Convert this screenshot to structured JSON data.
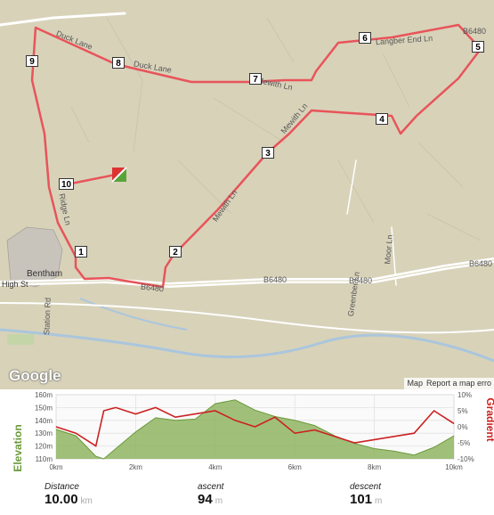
{
  "map": {
    "provider": "Google",
    "footer_links": [
      "Map",
      "Report a map erro"
    ],
    "waypoints": [
      "1",
      "2",
      "3",
      "4",
      "5",
      "6",
      "7",
      "8",
      "9",
      "10"
    ],
    "road_labels": [
      "Duck Lane",
      "Duck Lane",
      "Langber End Ln",
      "Mewith Ln",
      "Mewith Ln",
      "Ridge Ln",
      "Mewith Ln",
      "B6480",
      "B6480",
      "B6480",
      "B6480",
      "B6480",
      "Station Rd",
      "Moor Ln",
      "Greenber Ln",
      "Bentham",
      "High St"
    ],
    "colors": {
      "terrain": "#d8d2b9",
      "route": "#e8545a",
      "road": "#ffffff"
    }
  },
  "chart_data": {
    "type": "area",
    "x_unit": "km",
    "xlim": [
      0,
      10
    ],
    "x_ticks": [
      "0km",
      "2km",
      "4km",
      "6km",
      "8km",
      "10km"
    ],
    "ylabel": "Elevation",
    "ylim": [
      110,
      160
    ],
    "y_ticks": [
      "160m",
      "150m",
      "140m",
      "130m",
      "120m",
      "110m"
    ],
    "y2label": "Gradient",
    "y2lim": [
      -10,
      10
    ],
    "y2_ticks": [
      "10%",
      "5%",
      "0%",
      "-5%",
      "-10%"
    ],
    "series": [
      {
        "name": "Elevation",
        "color": "#6a9a3a",
        "x": [
          0,
          0.5,
          1.0,
          1.2,
          1.5,
          2.0,
          2.5,
          3.0,
          3.5,
          4.0,
          4.5,
          5.0,
          5.5,
          6.0,
          6.5,
          7.0,
          7.5,
          8.0,
          8.5,
          9.0,
          9.5,
          10.0
        ],
        "values": [
          133,
          128,
          112,
          110,
          118,
          131,
          142,
          140,
          141,
          153,
          156,
          148,
          143,
          140,
          136,
          128,
          122,
          118,
          116,
          113,
          119,
          128
        ]
      },
      {
        "name": "Gradient",
        "color": "#cc2222",
        "x": [
          0,
          0.5,
          1.0,
          1.2,
          1.5,
          2.0,
          2.5,
          3.0,
          3.5,
          4.0,
          4.5,
          5.0,
          5.5,
          6.0,
          6.5,
          7.0,
          7.5,
          8.0,
          8.5,
          9.0,
          9.5,
          10.0
        ],
        "values": [
          0,
          -2,
          -6,
          5,
          6,
          4,
          6,
          3,
          4,
          5,
          2,
          0,
          3,
          -2,
          -1,
          -3,
          -5,
          -4,
          -3,
          -2,
          5,
          1
        ]
      }
    ]
  },
  "stats": {
    "distance_label": "Distance",
    "distance_value": "10.00",
    "distance_unit": "km",
    "ascent_label": "ascent",
    "ascent_value": "94",
    "ascent_unit": "m",
    "descent_label": "descent",
    "descent_value": "101",
    "descent_unit": "m"
  }
}
